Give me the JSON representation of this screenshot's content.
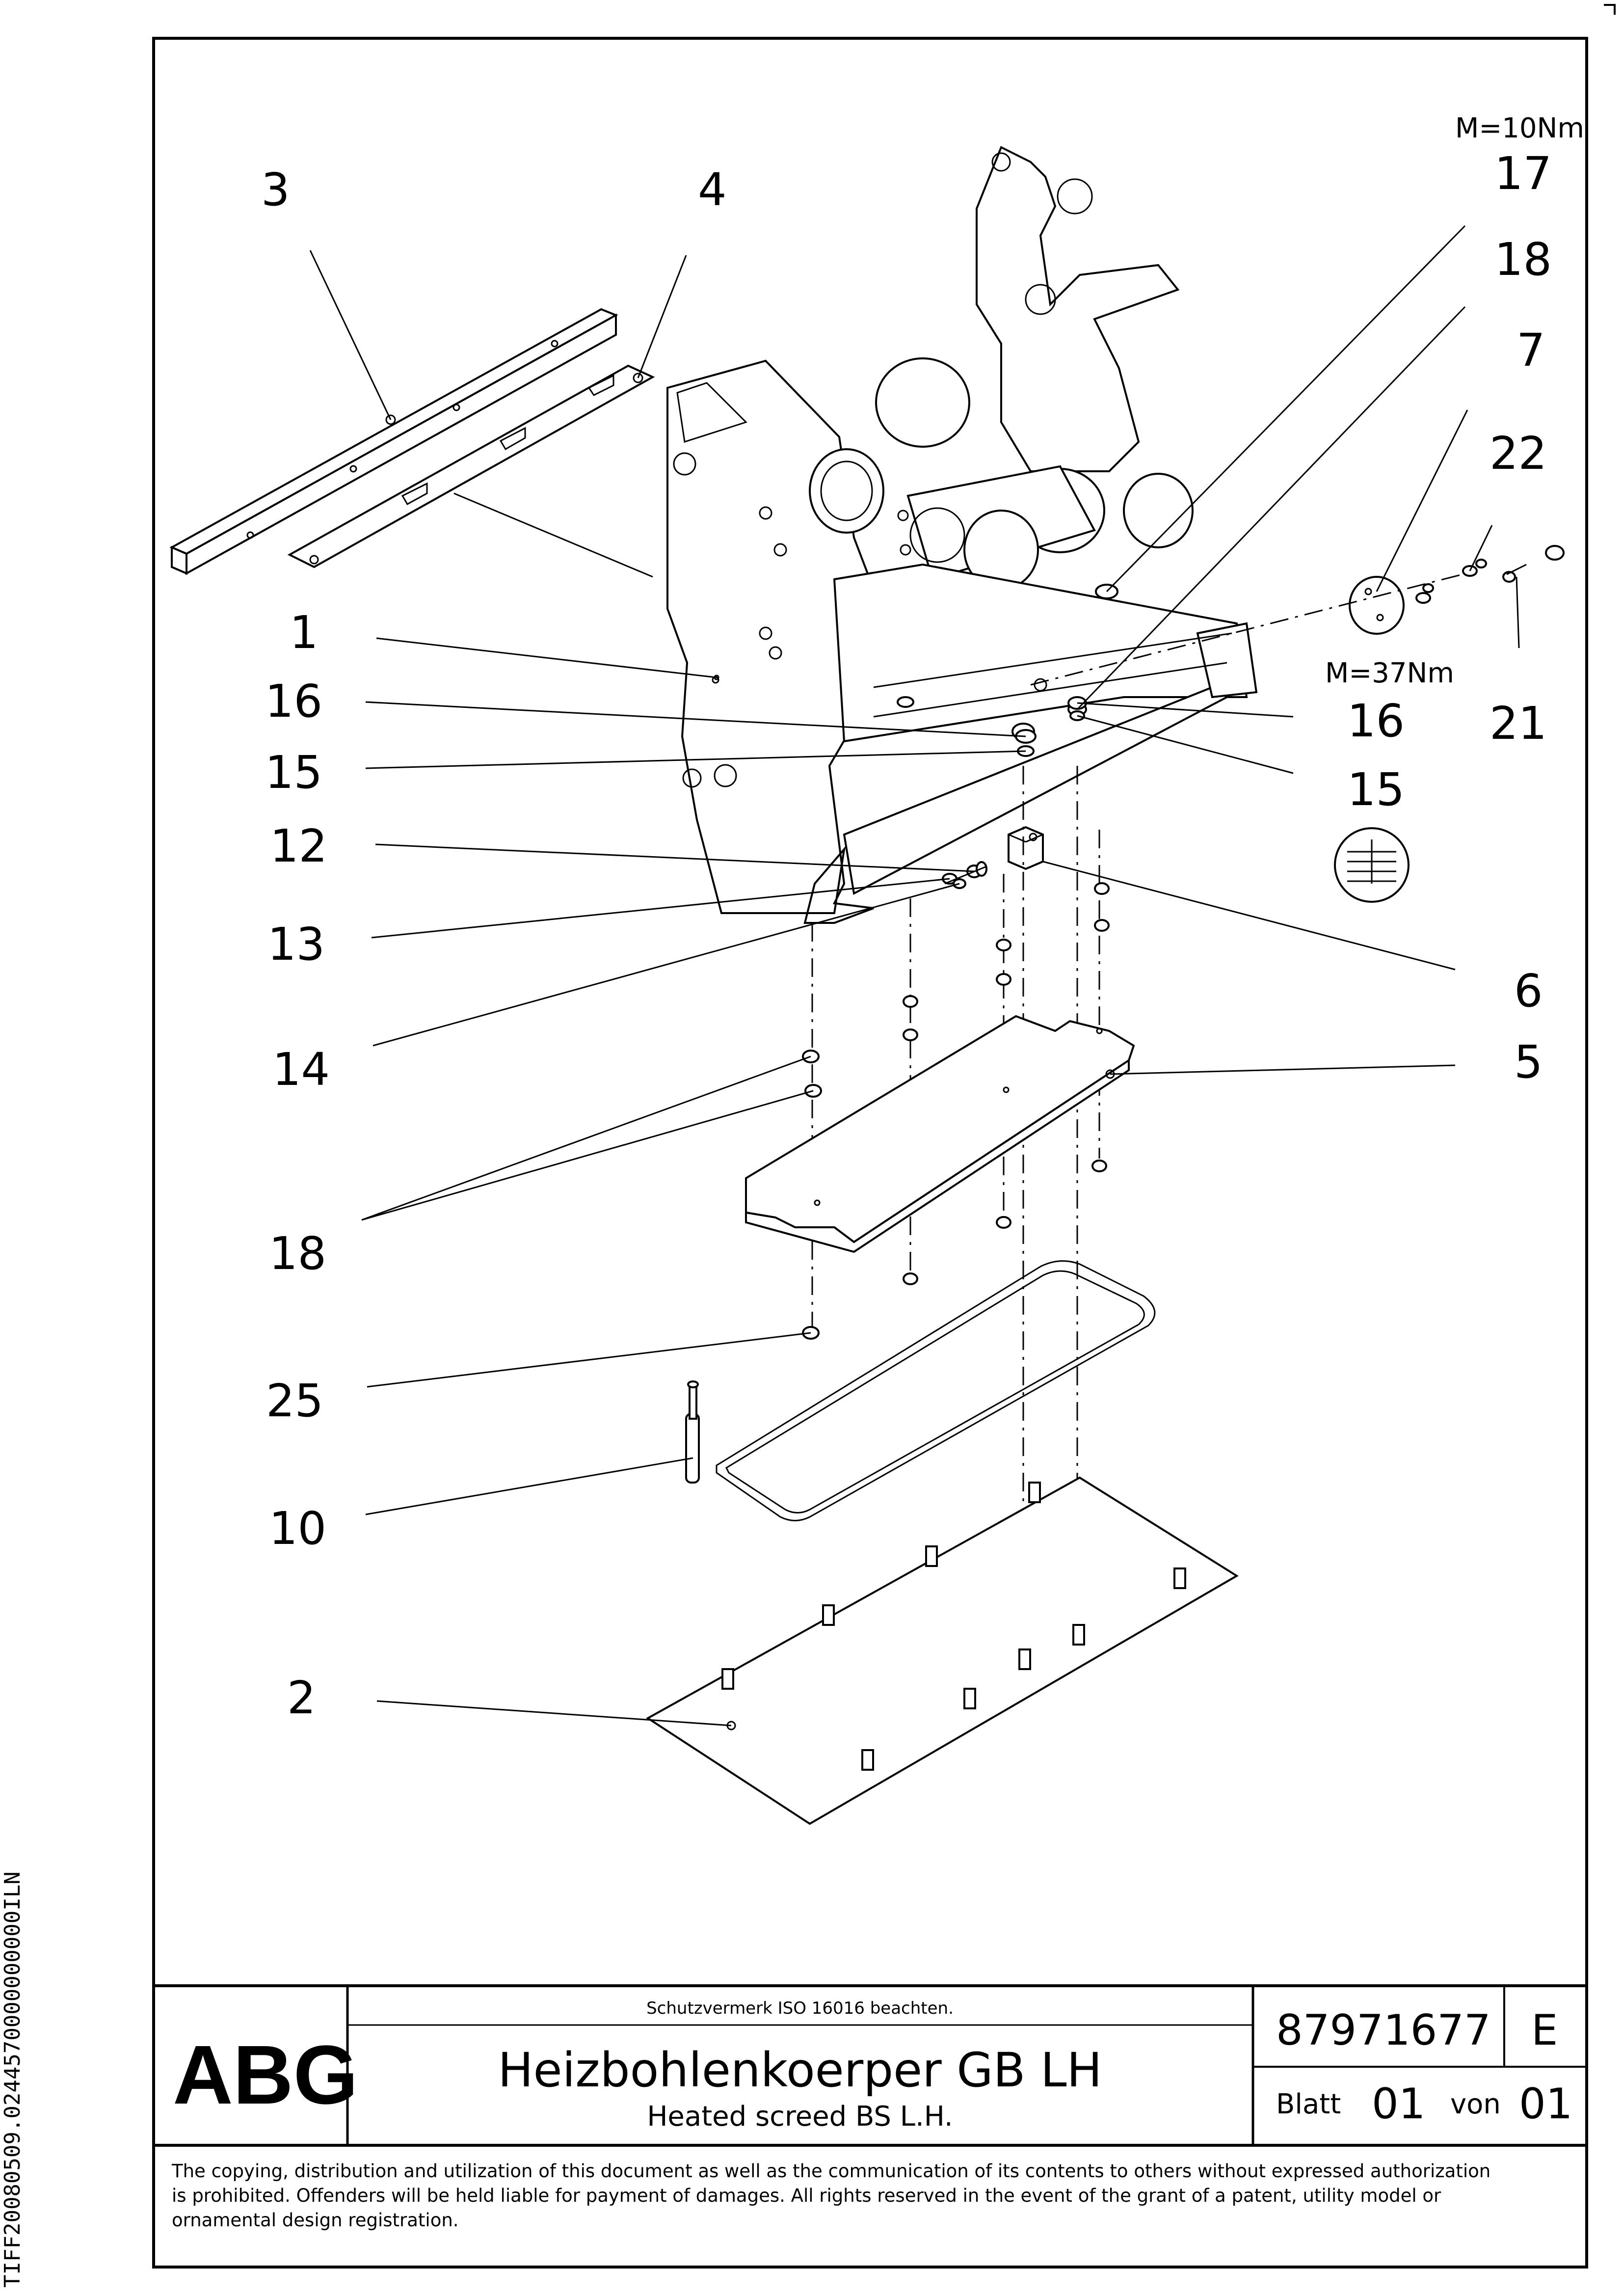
{
  "drawing": {
    "callouts_left": [
      "3",
      "4",
      "1",
      "16",
      "15",
      "12",
      "13",
      "14",
      "18",
      "25",
      "10",
      "2"
    ],
    "callouts_right": [
      "17",
      "18",
      "7",
      "22",
      "16",
      "21",
      "15",
      "6",
      "5"
    ],
    "torque_top": "M=10Nm",
    "torque_mid": "M=37Nm"
  },
  "side_code": "TIFF20080509.0244570000000000ILN",
  "title_block": {
    "logo": "ABG",
    "protection_note": "Schutzvermerk ISO 16016 beachten.",
    "title_de": "Heizbohlenkoerper GB LH",
    "title_en": "Heated screed BS L.H.",
    "doc_number": "87971677",
    "revision": "E",
    "sheet_label": "Blatt",
    "sheet_number": "01",
    "of_label": "von",
    "sheet_total": "01"
  },
  "notice": {
    "line1": "The copying, distribution and utilization of this document as well as the communication of its contents to others without expressed authorization",
    "line2": "is prohibited. Offenders will be held liable for payment of damages. All rights reserved in the event of the grant of a patent, utility model or",
    "line3": "ornamental design registration."
  }
}
